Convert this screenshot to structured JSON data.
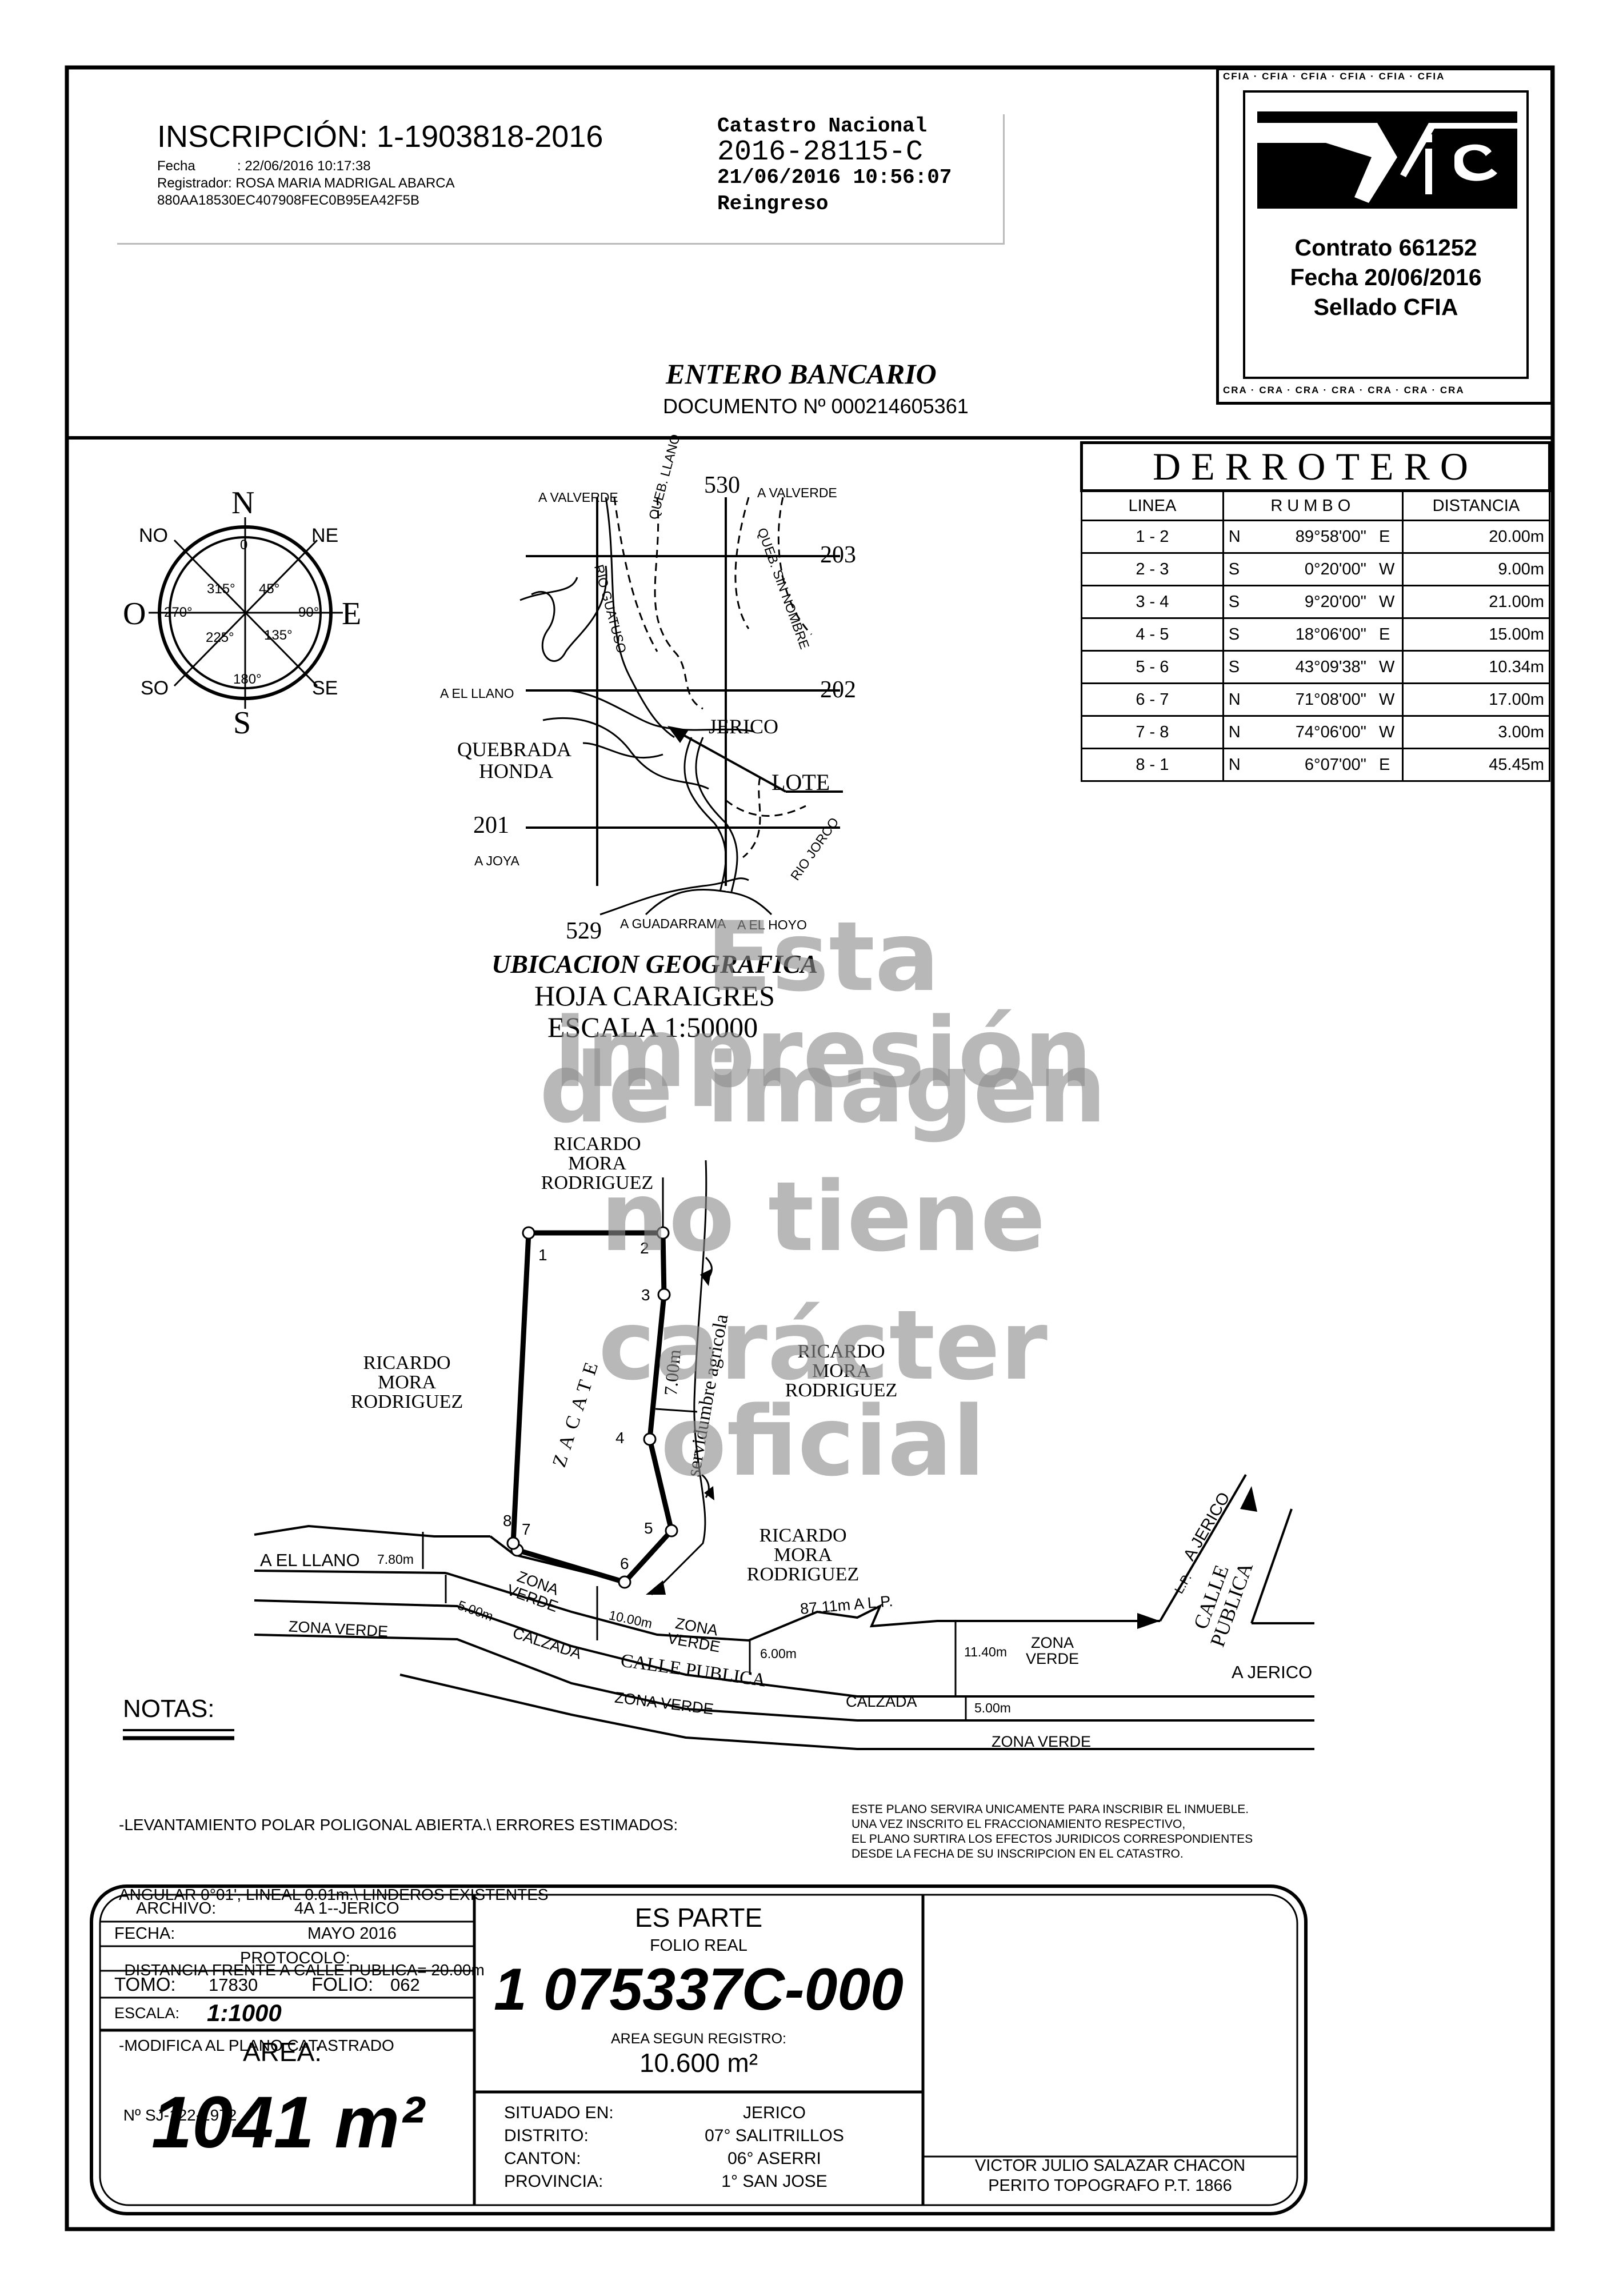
{
  "inscripcion": {
    "title": "INSCRIPCIÓN: 1-1903818-2016",
    "fecha_label": "Fecha",
    "fecha_value": ": 22/06/2016 10:17:38",
    "registrador_label": "Registrador:",
    "registrador_value": "ROSA MARIA MADRIGAL ABARCA",
    "hash": "880AA18530EC407908FEC0B95EA42F5B"
  },
  "catastro": {
    "line1": "Catastro Nacional",
    "line2": "2016-28115-C",
    "line3": "21/06/2016 10:56:07",
    "line4": "Reingreso"
  },
  "cfia": {
    "border_text": "CFIA",
    "cra_text": "CRA",
    "contrato": "Contrato 661252",
    "fecha": "Fecha 20/06/2016",
    "sellado": "Sellado CFIA"
  },
  "entero": {
    "title": "ENTERO BANCARIO",
    "documento": "DOCUMENTO Nº 000214605361"
  },
  "compass": {
    "N": "N",
    "S": "S",
    "E": "E",
    "O": "O",
    "NO": "NO",
    "NE": "NE",
    "SO": "SO",
    "SE": "SE",
    "d0": "0",
    "d45": "45°",
    "d90": "90°",
    "d135": "135°",
    "d180": "180°",
    "d225": "225°",
    "d270": "270°",
    "d315": "315°"
  },
  "derrotero": {
    "title": "DERROTERO",
    "headers": [
      "LINEA",
      "RUMBO",
      "DISTANCIA"
    ],
    "rows": [
      {
        "linea": "1 - 2",
        "q1": "N",
        "ang": "89°58'00\"",
        "q2": "E",
        "dist": "20.00m"
      },
      {
        "linea": "2 - 3",
        "q1": "S",
        "ang": "0°20'00\"",
        "q2": "W",
        "dist": "9.00m"
      },
      {
        "linea": "3 - 4",
        "q1": "S",
        "ang": "9°20'00\"",
        "q2": "W",
        "dist": "21.00m"
      },
      {
        "linea": "4 - 5",
        "q1": "S",
        "ang": "18°06'00\"",
        "q2": "E",
        "dist": "15.00m"
      },
      {
        "linea": "5 - 6",
        "q1": "S",
        "ang": "43°09'38\"",
        "q2": "W",
        "dist": "10.34m"
      },
      {
        "linea": "6 - 7",
        "q1": "N",
        "ang": "71°08'00\"",
        "q2": "W",
        "dist": "17.00m"
      },
      {
        "linea": "7 - 8",
        "q1": "N",
        "ang": "74°06'00\"",
        "q2": "W",
        "dist": "3.00m"
      },
      {
        "linea": "8 - 1",
        "q1": "N",
        "ang": "6°07'00\"",
        "q2": "E",
        "dist": "45.45m"
      }
    ]
  },
  "ubicacion": {
    "a_valverde_1": "A VALVERDE",
    "queb_llano": "QUEB. LLANO",
    "n530": "530",
    "a_valverde_2": "A VALVERDE",
    "n203": "203",
    "rio_guatuso": "RIO GUATUSO",
    "queb_sin_nombre": "QUEB. SIN NOMBRE",
    "a_el_llano": "A EL LLANO",
    "n202": "202",
    "jerico": "JERICO",
    "quebrada": "QUEBRADA",
    "honda": "HONDA",
    "lote": "LOTE",
    "n201": "201",
    "a_joya": "A JOYA",
    "rio_jorco": "RIO JORCO",
    "n529": "529",
    "a_guadarrama": "A GUADARRAMA",
    "a_el_hoyo": "A EL HOYO",
    "title": "UBICACION GEOGRAFICA",
    "hoja": "HOJA CARAIGRES",
    "escala": "ESCALA 1:50000"
  },
  "watermark": {
    "line1": "Esta impresión",
    "line2": "de imagen",
    "line3": "no tiene",
    "line4": "carácter oficial"
  },
  "plano": {
    "owner_top": [
      "RICARDO",
      "MORA",
      "RODRIGUEZ"
    ],
    "owner_left": [
      "RICARDO",
      "MORA",
      "RODRIGUEZ"
    ],
    "owner_right": [
      "RICARDO",
      "MORA",
      "RODRIGUEZ"
    ],
    "owner_bottom": [
      "RICARDO",
      "MORA",
      "RODRIGUEZ"
    ],
    "points": [
      "1",
      "2",
      "3",
      "4",
      "5",
      "6",
      "7",
      "8"
    ],
    "zacate": "ZACATE",
    "servidumbre": "servidumbre agricola",
    "width_700": "7.00m",
    "a_el_llano": "A EL LLANO",
    "d780": "7.80m",
    "zona_verde": "ZONA VERDE",
    "zona": "ZONA",
    "verde": "VERDE",
    "d500": "5.00m",
    "d1000": "10.00m",
    "d600": "6.00m",
    "calzada": "CALZADA",
    "calle_publica": "CALLE PUBLICA",
    "d8711": "87.11m A L.P.",
    "d1140": "11.40m",
    "lp": "L.P.",
    "a_jerico_v": "A JERICO",
    "calle": "CALLE",
    "publica": "PUBLICA",
    "a_jerico": "A JERICO"
  },
  "notas": {
    "title": "NOTAS:",
    "lines": [
      "-LEVANTAMIENTO POLAR POLIGONAL ABIERTA.\\ ERRORES ESTIMADOS:",
      "ANGULAR 0°01', LINEAL 0.01m.\\ LINDEROS EXISTENTES",
      "-DISTANCIA FRENTE A CALLE PUBLICA= 20.00m",
      "-MODIFICA AL PLANO CATASTRADO",
      " Nº SJ-122-1972"
    ],
    "legal": [
      "ESTE PLANO SERVIRA UNICAMENTE PARA INSCRIBIR EL INMUEBLE.",
      "UNA VEZ INSCRITO EL FRACCIONAMIENTO RESPECTIVO,",
      "EL PLANO SURTIRA LOS EFECTOS JURIDICOS CORRESPONDIENTES",
      "DESDE LA FECHA DE SU INSCRIPCION EN EL CATASTRO."
    ]
  },
  "titleblock": {
    "archivo_label": "ARCHIVO:",
    "archivo_value": "4A 1--JERICO",
    "fecha_label": "FECHA:",
    "fecha_value": "MAYO 2016",
    "protocolo_label": "PROTOCOLO:",
    "tomo_label": "TOMO:",
    "tomo_value": "17830",
    "folio_label": "FOLIO:",
    "folio_value": "062",
    "escala_label": "ESCALA:",
    "escala_value": "1:1000",
    "area_label": "AREA:",
    "area_value": "1041 m²",
    "es_parte": "ES PARTE",
    "folio_real": "FOLIO REAL",
    "folio_real_value": "1 075337C-000",
    "area_segun": "AREA SEGUN REGISTRO:",
    "area_segun_value": "10.600 m²",
    "situado_label": "SITUADO EN:",
    "situado_value": "JERICO",
    "distrito_label": "DISTRITO:",
    "distrito_value": "07° SALITRILLOS",
    "canton_label": "CANTON:",
    "canton_value": "06° ASERRI",
    "provincia_label": "PROVINCIA:",
    "provincia_value": "1° SAN JOSE",
    "perito_name": "VICTOR JULIO SALAZAR CHACON",
    "perito_title": "PERITO TOPOGRAFO P.T. 1866"
  }
}
